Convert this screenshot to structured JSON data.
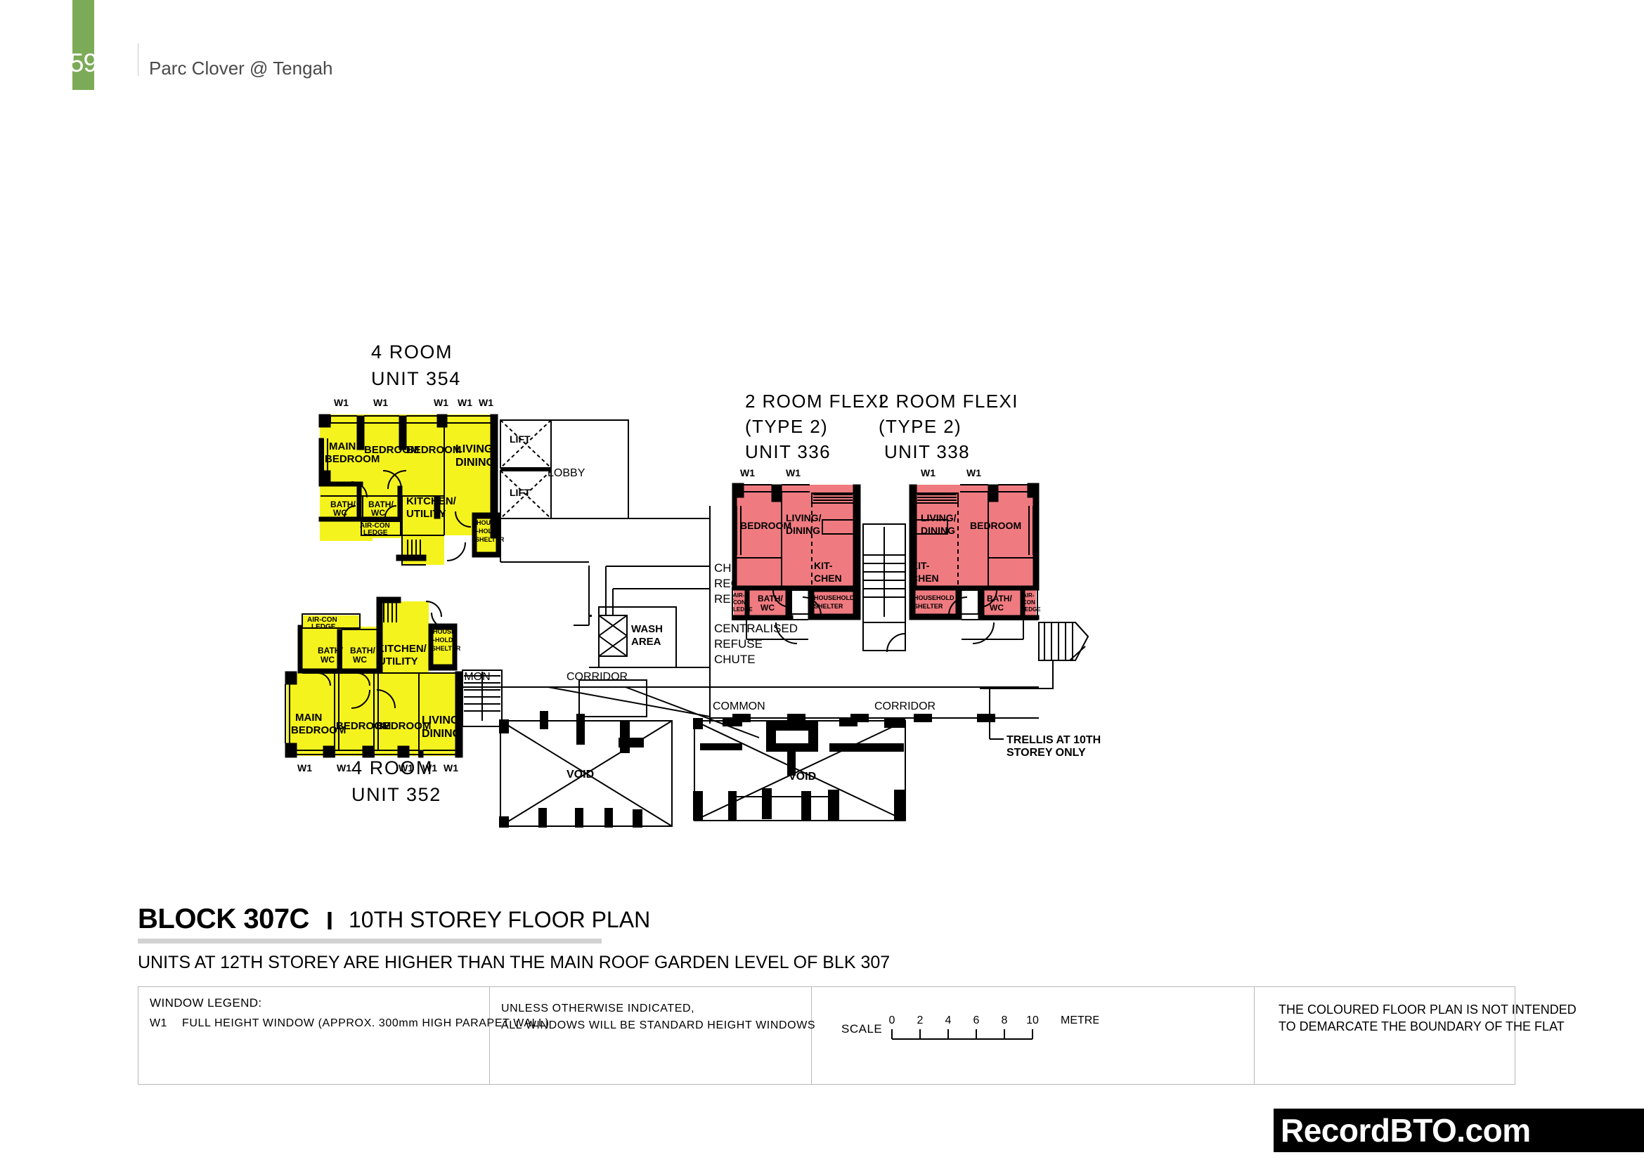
{
  "header": {
    "page_number": "59",
    "project_title": "Parc Clover @ Tengah"
  },
  "title_block": {
    "block": "BLOCK 307C",
    "separator": "I",
    "plan_name": "10TH STOREY FLOOR PLAN",
    "note": "UNITS AT 12TH STOREY ARE HIGHER THAN THE MAIN ROOF GARDEN LEVEL OF BLK 307"
  },
  "legend": {
    "window_legend_title": "WINDOW LEGEND:",
    "window_code": "W1",
    "window_code_text": "FULL HEIGHT WINDOW (APPROX. 300mm HIGH PARAPET WALL)",
    "windows_note_line1": "UNLESS OTHERWISE INDICATED,",
    "windows_note_line2": "ALL WINDOWS WILL BE STANDARD HEIGHT WINDOWS",
    "scale_label": "SCALE",
    "scale_units": "METRES",
    "scale_ticks": [
      "0",
      "2",
      "4",
      "6",
      "8",
      "10"
    ],
    "disclaimer_line1": "THE COLOURED FLOOR PLAN IS NOT INTENDED",
    "disclaimer_line2": "TO DEMARCATE THE BOUNDARY OF THE FLAT"
  },
  "watermark": {
    "text": "RecordBTO.com"
  },
  "colors": {
    "unit_4room_fill": "#f5f31e",
    "unit_2room_fill": "#ef7b80",
    "wall": "#000000",
    "page_badge_green": "#7cab57",
    "title_rule_grey": "#d2d2d2"
  },
  "plan": {
    "unit_labels": [
      {
        "id": "unit-354",
        "line1": "4 ROOM",
        "line2": "UNIT 354",
        "line3": ""
      },
      {
        "id": "unit-352",
        "line1": "4 ROOM",
        "line2": "UNIT 352",
        "line3": ""
      },
      {
        "id": "unit-336",
        "line1": "2 ROOM FLEXI",
        "line2": "(TYPE 2)",
        "line3": "UNIT 336"
      },
      {
        "id": "unit-338",
        "line1": "2 ROOM FLEXI",
        "line2": "(TYPE 2)",
        "line3": "UNIT 338"
      }
    ],
    "annotations": [
      {
        "id": "chute-recyclable",
        "line1": "CHUTE FOR",
        "line2": "RECYCLABLE",
        "line3": "REFUSE"
      },
      {
        "id": "centralised-chute",
        "line1": "CENTRALISED",
        "line2": "REFUSE",
        "line3": "CHUTE"
      },
      {
        "id": "trellis",
        "line1": "TRELLIS AT 10TH",
        "line2": "STOREY ONLY",
        "line3": ""
      }
    ],
    "room_labels": {
      "main_bedroom": "MAIN BEDROOM",
      "main_bedroom_l1": "MAIN",
      "main_bedroom_l2": "BEDROOM",
      "bedroom": "BEDROOM",
      "living_dining_l1": "LIVING/",
      "living_dining_l2": "DINING",
      "kitchen_utility_l1": "KITCHEN/",
      "kitchen_utility_l2": "UTILITY",
      "kitchen_l1": "KIT-",
      "kitchen_l2": "CHEN",
      "bath_wc_l1": "BATH/",
      "bath_wc_l2": "WC",
      "aircon_ledge_l1": "AIR-CON",
      "aircon_ledge_l2": "LEDGE",
      "household_shelter_l1": "HOUSE",
      "household_shelter_l2": "-HOLD",
      "household_shelter_l3": "SHELTER",
      "household_shelter_wide_l1": "HOUSEHOLD",
      "household_shelter_wide_l2": "SHELTER",
      "window_tag": "W1"
    },
    "common_labels": {
      "lift": "LIFT",
      "lobby": "LOBBY",
      "wash_area_l1": "WASH",
      "wash_area_l2": "AREA",
      "corridor": "CORRIDOR",
      "common": "COMMON",
      "void": "VOID"
    }
  }
}
